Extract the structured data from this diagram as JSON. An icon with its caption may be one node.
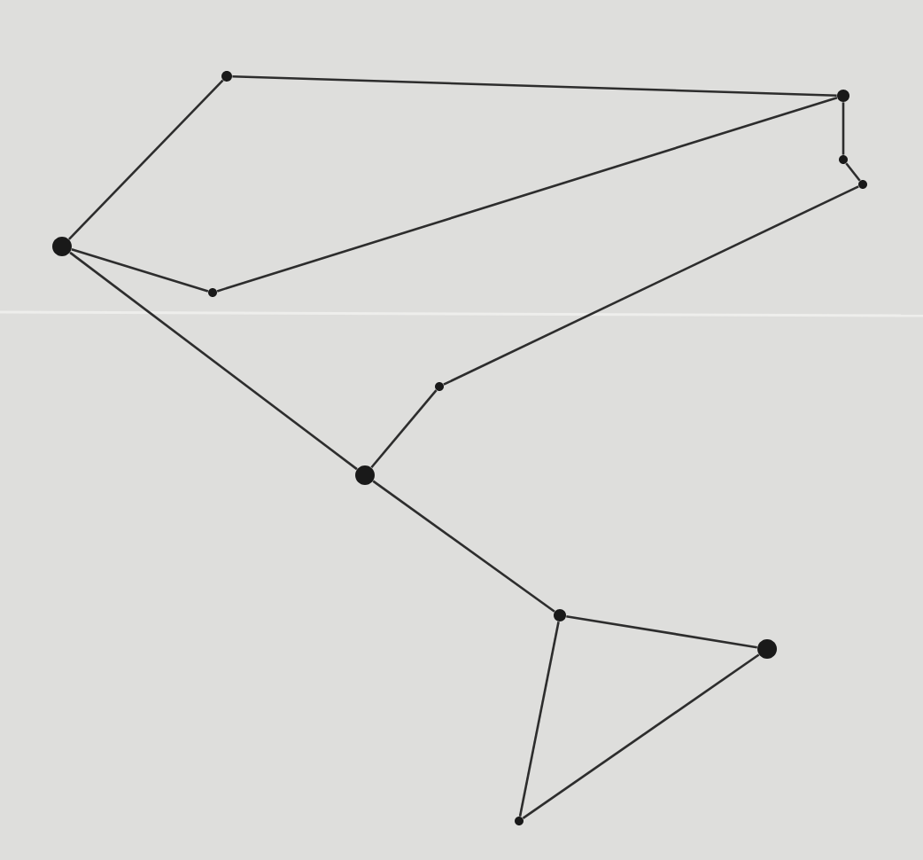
{
  "diagram": {
    "nodes": [
      {
        "text": [],
        "shape": "circle"
      },
      {
        "text": [],
        "shape": "circle"
      },
      {
        "text": [],
        "shape": "circle"
      },
      {
        "text": [],
        "shape": "circle"
      },
      {
        "text": [],
        "shape": "circle"
      },
      {
        "text": [],
        "shape": "circle"
      },
      {
        "text": [],
        "shape": "circle"
      },
      {
        "text": [],
        "shape": "circle"
      },
      {
        "text": [],
        "shape": "circle"
      },
      {
        "text": [],
        "shape": "circle"
      },
      {
        "text": [],
        "shape": "circle"
      }
    ],
    "edges": [
      {
        "from": 4,
        "to": 0,
        "arrow": "none"
      },
      {
        "from": 0,
        "to": 1,
        "arrow": "none"
      },
      {
        "from": 1,
        "to": 2,
        "arrow": "none"
      },
      {
        "from": 2,
        "to": 3,
        "arrow": "none"
      },
      {
        "from": 1,
        "to": 5,
        "arrow": "none"
      },
      {
        "from": 4,
        "to": 5,
        "arrow": "none"
      },
      {
        "from": 3,
        "to": 6,
        "arrow": "none"
      },
      {
        "from": 6,
        "to": 7,
        "arrow": "none"
      },
      {
        "from": 4,
        "to": 7,
        "arrow": "none"
      },
      {
        "from": 7,
        "to": 8,
        "arrow": "none"
      },
      {
        "from": 8,
        "to": 9,
        "arrow": "none"
      },
      {
        "from": 8,
        "to": 10,
        "arrow": "none"
      },
      {
        "from": 10,
        "to": 9,
        "arrow": "none"
      }
    ]
  }
}
